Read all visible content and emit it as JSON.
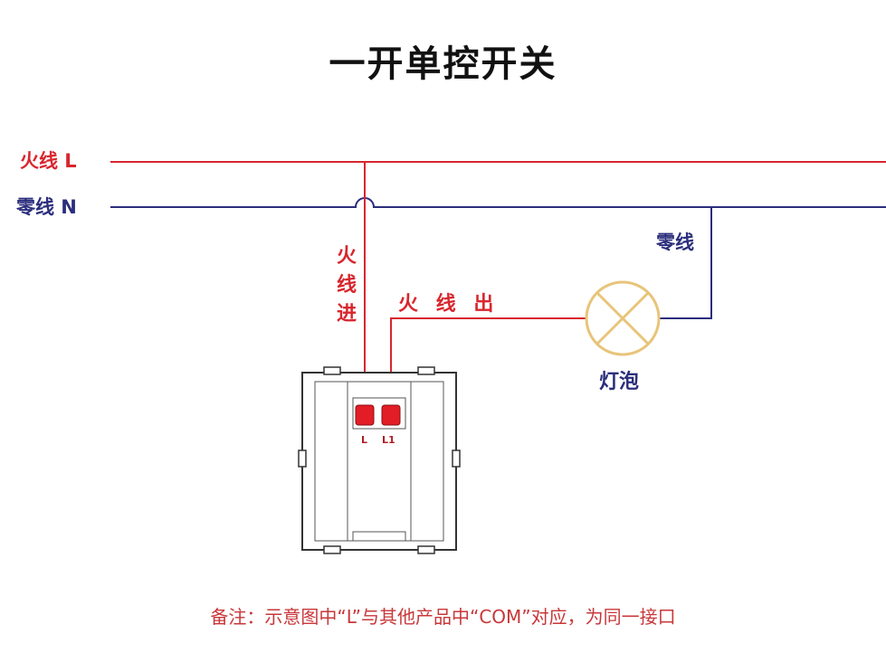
{
  "title": "一开单控开关",
  "lines": {
    "live": {
      "label": "火线 L",
      "color": "#d8262e"
    },
    "neutral": {
      "label": "零线 N",
      "color": "#2b2e7c"
    }
  },
  "wires": {
    "live_in_label": "火线进",
    "live_out_label": "火 线 出",
    "neutral_branch_label": "零线"
  },
  "bulb": {
    "label": "灯泡",
    "ring_color": "#e8c47a"
  },
  "switch": {
    "terminal_l": "L",
    "terminal_l1": "L1",
    "terminal_color": "#e21d25"
  },
  "note": "备注：示意图中“L”与其他产品中“COM”对应，为同一接口"
}
